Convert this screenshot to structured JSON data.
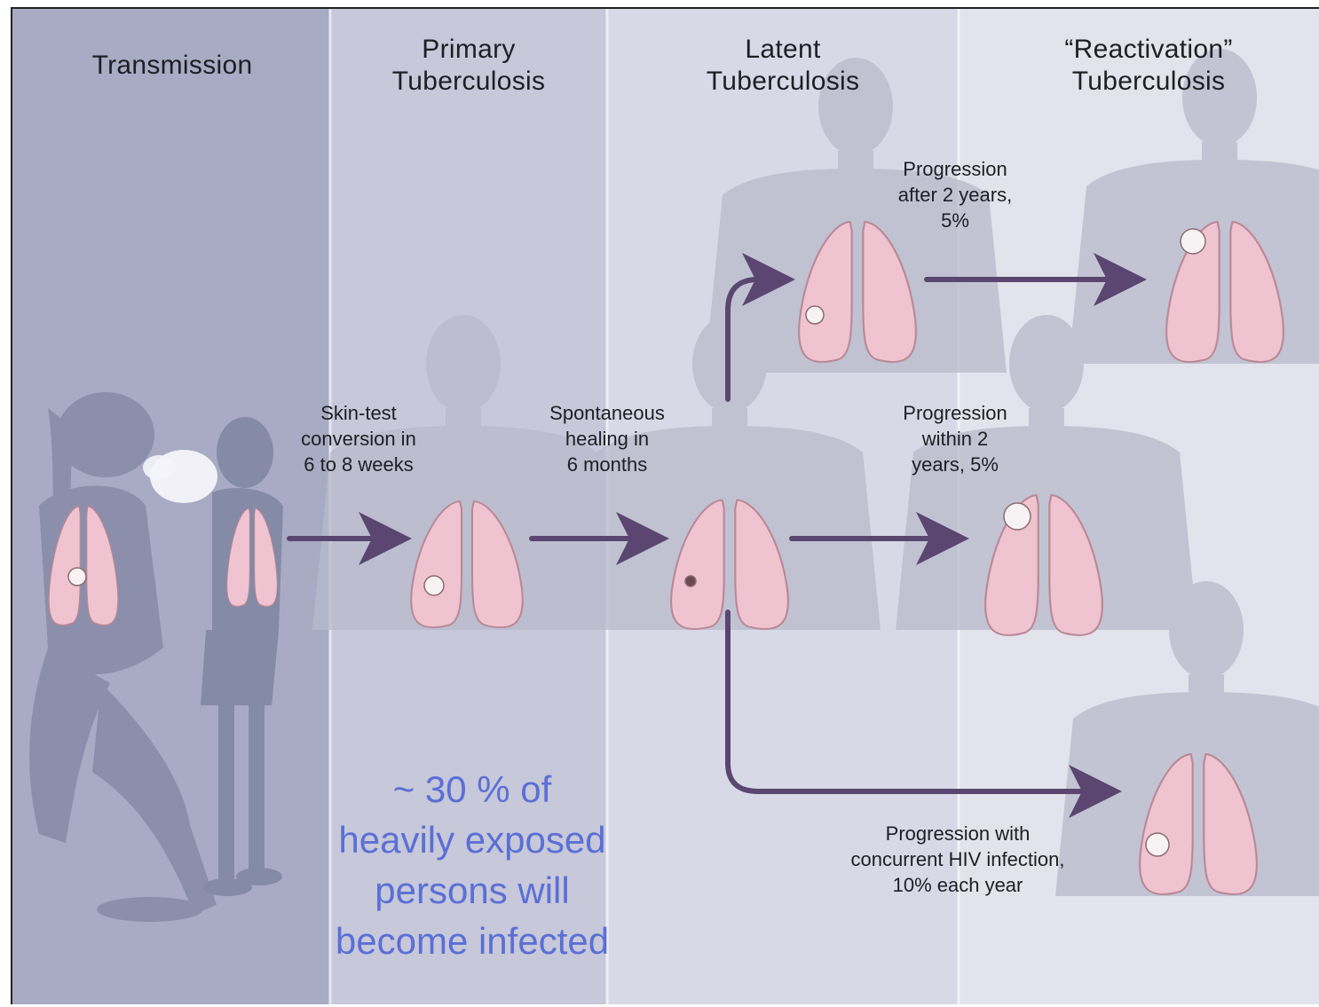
{
  "headers": {
    "transmission": "Transmission",
    "primary": "Primary\nTuberculosis",
    "latent": "Latent\nTuberculosis",
    "reactivation": "“Reactivation”\nTuberculosis"
  },
  "labels": {
    "skin_test": "Skin-test\nconversion in\n6 to 8 weeks",
    "spontaneous": "Spontaneous\nhealing in\n6 months",
    "after_2_years": "Progression\nafter 2 years,\n5%",
    "within_2_years": "Progression\nwithin 2\nyears, 5%",
    "hiv": "Progression with\nconcurrent HIV infection,\n10% each year"
  },
  "note": "~ 30 % of\nheavily exposed\npersons will\nbecome infected",
  "colors": {
    "panel_transmission": "#a8abc3",
    "panel_primary": "#c7c8d9",
    "panel_latent": "#d8d9e6",
    "panel_reactivation": "#e2e3ec",
    "silhouette": "#b9bacb",
    "lung": "#efc4d0",
    "lung_outline": "#b98795",
    "arrow": "#5a4670",
    "note_text": "#5b6fd6"
  }
}
